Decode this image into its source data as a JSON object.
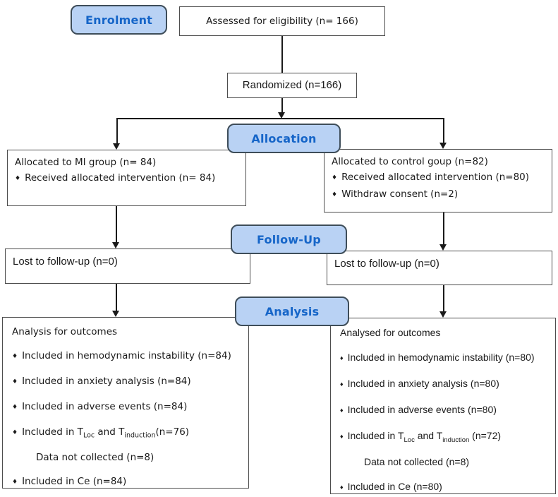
{
  "stages": {
    "enrolment": "Enrolment",
    "allocation": "Allocation",
    "followup": "Follow-Up",
    "analysis": "Analysis"
  },
  "boxes": {
    "assessed": "Assessed for eligibility (n= 166)",
    "randomized": "Randomized (n=166)",
    "allocation_left": {
      "title": "Allocated to MI group (n= 84)",
      "items": [
        {
          "bullet": true,
          "indent": false,
          "text": "Received allocated intervention (n= 84)"
        }
      ]
    },
    "allocation_right": {
      "title": "Allocated to control goup (n=82)",
      "items": [
        {
          "bullet": true,
          "indent": false,
          "text": "Received allocated intervention (n=80)"
        },
        {
          "bullet": true,
          "indent": false,
          "text": "Withdraw consent (n=2)"
        }
      ]
    },
    "followup_left": "Lost to follow-up (n=0)",
    "followup_right": "Lost to follow-up (n=0)",
    "analysis_left": {
      "title": "Analysis for outcomes",
      "items": [
        {
          "bullet": true,
          "indent": false,
          "text": "Included in hemodynamic instability (n=84)"
        },
        {
          "bullet": true,
          "indent": false,
          "text": "Included in anxiety analysis (n=84)"
        },
        {
          "bullet": true,
          "indent": false,
          "text": "Included in adverse events (n=84)"
        },
        {
          "bullet": true,
          "indent": false,
          "text": "Included in T{Loc} and T{induction}(n=76)"
        },
        {
          "bullet": false,
          "indent": true,
          "text": "Data not collected (n=8)"
        },
        {
          "bullet": true,
          "indent": false,
          "text": "Included in Ce (n=84)"
        }
      ]
    },
    "analysis_right": {
      "title": "Analysed for outcomes",
      "items": [
        {
          "bullet": true,
          "indent": false,
          "text": "Included in hemodynamic instability (n=80)"
        },
        {
          "bullet": true,
          "indent": false,
          "text": "Included in anxiety analysis (n=80)"
        },
        {
          "bullet": true,
          "indent": false,
          "text": "Included in adverse events (n=80)"
        },
        {
          "bullet": true,
          "indent": false,
          "text": "Included in T{Loc} and T{induction} (n=72)"
        },
        {
          "bullet": false,
          "indent": true,
          "text": "Data not collected (n=8)"
        },
        {
          "bullet": true,
          "indent": false,
          "text": "Included in Ce (n=80)"
        }
      ]
    }
  },
  "bullet_glyph": "♦",
  "colors": {
    "stage_fill": "#b9d2f4",
    "stage_border": "#3e4d59",
    "stage_text": "#1565c8",
    "box_border": "#4d4d4d",
    "line": "#1a1a1a",
    "text": "#1a1a1a"
  }
}
